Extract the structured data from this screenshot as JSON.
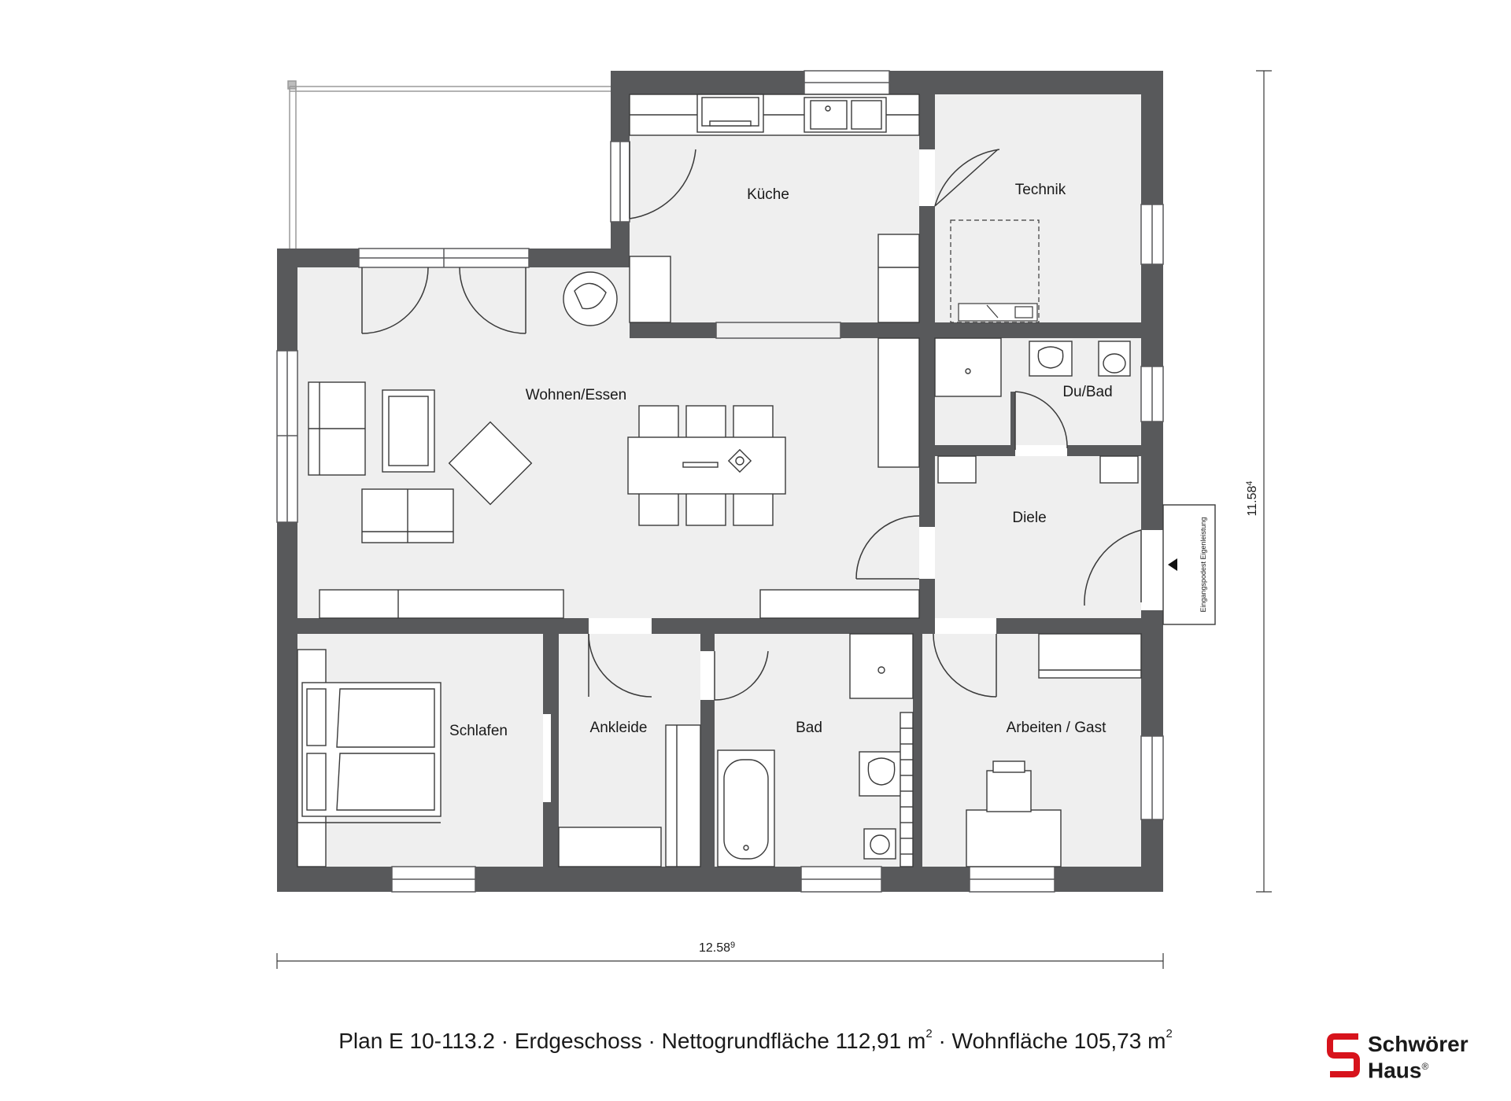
{
  "plan": {
    "rooms": {
      "kueche": "Küche",
      "technik": "Technik",
      "wohnen": "Wohnen/Essen",
      "dubad": "Du/Bad",
      "diele": "Diele",
      "schlafen": "Schlafen",
      "ankleide": "Ankleide",
      "bad": "Bad",
      "arbeiten": "Arbeiten / Gast"
    },
    "dimensions": {
      "width_main": "12.58",
      "width_sup": "9",
      "height_main": "11.58",
      "height_sup": "4"
    },
    "entrance_label": "Eingangspodest Eigenleistung"
  },
  "caption": {
    "plan": "Plan E 10-113.2",
    "separator": "·",
    "floor": "Erdgeschoss",
    "net_area": "Nettogrundfläche 112,91 m",
    "living_area": "Wohnfläche 105,73 m",
    "sup": "2"
  },
  "logo": {
    "line1": "Schwörer",
    "line2": "Haus",
    "mark": "®",
    "color": "#d7131c"
  },
  "colors": {
    "wall": "#58595b",
    "floor": "#efefef",
    "line": "#3a3a3a"
  }
}
